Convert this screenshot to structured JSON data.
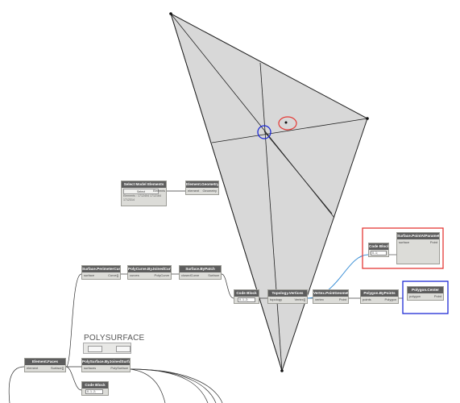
{
  "nodes": {
    "select_model_elements": {
      "title": "Select Model Elements",
      "button": "Select",
      "output": "Elements",
      "note": "Elements : 1712404 1712164 1712314"
    },
    "element_geometry": {
      "title": "Element.Geometry",
      "input": "element",
      "output": "Geometry"
    },
    "surface_perimeter_curves": {
      "title": "Surface.PerimeterCurves",
      "input": "surface",
      "output": "Curve[]"
    },
    "polycurve_byjoinedcurves": {
      "title": "PolyCurve.ByJoinedCurves",
      "input": "curves",
      "output": "PolyCurve"
    },
    "surface_bypatch": {
      "title": "Surface.ByPatch",
      "input": "closedCurve",
      "output": "Surface"
    },
    "code_block_1": {
      "title": "Code Block",
      "code": "0..1..2;"
    },
    "topology_vertices": {
      "title": "Topology.Vertices",
      "input": "topology",
      "output": "Vertex[]"
    },
    "vertex_pointgeometry": {
      "title": "Vertex.PointGeometry",
      "input": "vertex",
      "output": "Point"
    },
    "polygon_bypoints": {
      "title": "Polygon.ByPoints",
      "input": "points",
      "output": "Polygon"
    },
    "polygon_center": {
      "title": "Polygon.Center",
      "input": "polygon",
      "output": "Point"
    },
    "code_block_2": {
      "title": "Code Block",
      "code": "0..1;"
    },
    "surface_pointatparameter": {
      "title": "Surface.PointAtParameter",
      "input": "surface",
      "output": "Point"
    },
    "element_faces": {
      "title": "Element.Faces",
      "input": "element",
      "output": "Surface[]"
    },
    "polysurface_byjoinedsurfaces": {
      "title": "PolySurface.ByJoinedSurfaces",
      "input": "surfaces",
      "output": "PolySurface"
    },
    "code_block_3": {
      "title": "Code Block",
      "code": "0..1..2;"
    }
  },
  "polysurface_preview": {
    "label": "POLYSURFACE"
  },
  "colors": {
    "highlight_red": "#e53935",
    "highlight_blue": "#1e2bd6",
    "wire_blue": "#3a8fd6",
    "triangle_fill": "#d8d8d8",
    "node_header": "#5d5d5d"
  }
}
